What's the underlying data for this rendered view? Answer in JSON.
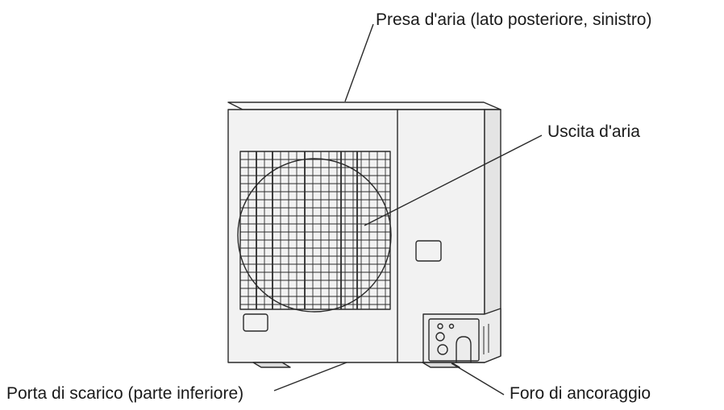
{
  "labels": {
    "air_intake": "Presa d'aria (lato posteriore, sinistro)",
    "air_outlet": "Uscita d'aria",
    "drain_port": "Porta di scarico (parte inferiore)",
    "anchor_hole": "Foro di ancoraggio"
  },
  "colors": {
    "line": "#2a2a2a",
    "body": "#f2f2f2",
    "side": "#e4e4e4",
    "top": "#f7f7f7"
  }
}
